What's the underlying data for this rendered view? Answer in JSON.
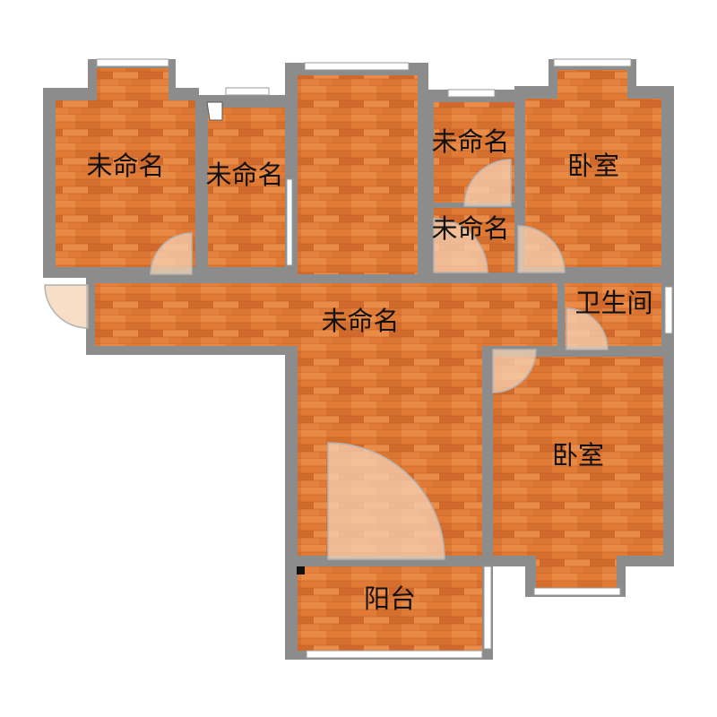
{
  "colors": {
    "wall": "#8c8c8c",
    "wall_dark": "#7f7f7f",
    "floor": "#e07a34",
    "floor_light": "#ef9550",
    "floor_dark": "#c9652a",
    "window": "#ffffff",
    "door_fill": "#f6d2b4",
    "door_stroke": "#b3b3b3",
    "label": "#111111"
  },
  "rooms": [
    {
      "id": "room-nw",
      "label": "未命名"
    },
    {
      "id": "room-n2",
      "label": "未命名"
    },
    {
      "id": "room-n4",
      "label": "未命名"
    },
    {
      "id": "room-n4b",
      "label": "未命名"
    },
    {
      "id": "room-bedroom-ne",
      "label": "卧室"
    },
    {
      "id": "room-corridor",
      "label": "未命名"
    },
    {
      "id": "room-bathroom",
      "label": "卫生间"
    },
    {
      "id": "room-bedroom-se",
      "label": "卧室"
    },
    {
      "id": "room-balcony",
      "label": "阳台"
    }
  ]
}
